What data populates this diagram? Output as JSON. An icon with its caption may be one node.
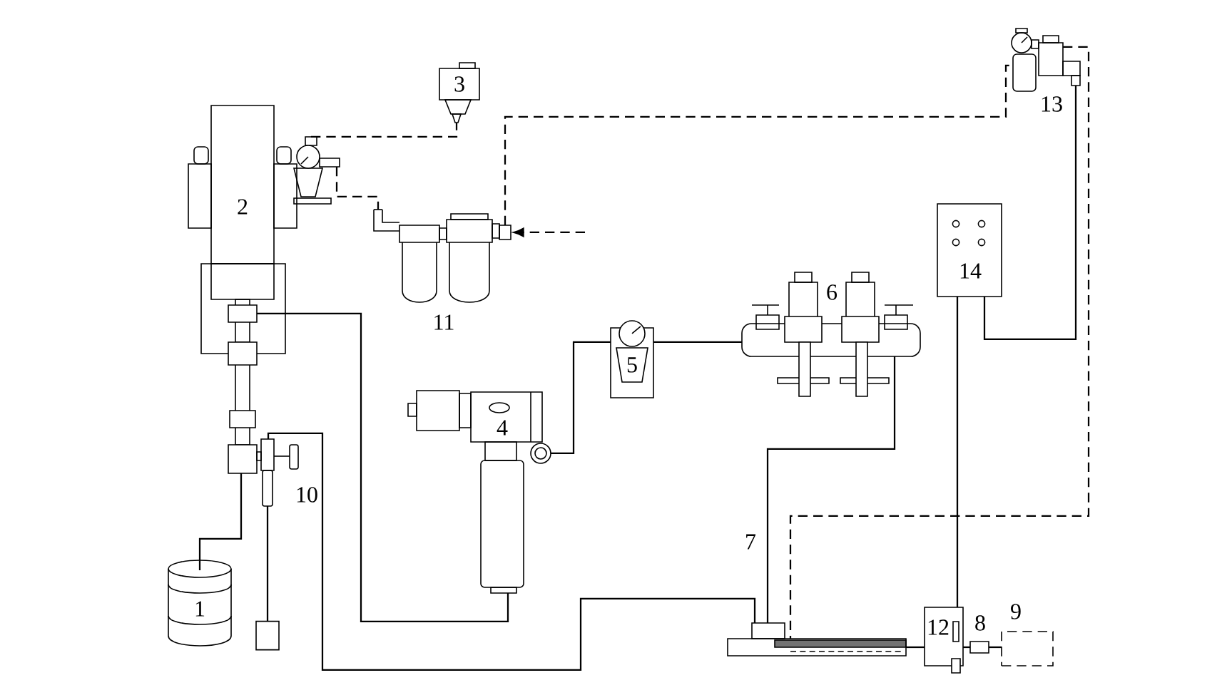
{
  "diagram": {
    "nodes": [
      {
        "text": [
          "1"
        ]
      },
      {
        "text": [
          "2"
        ]
      },
      {
        "text": [
          "3"
        ]
      },
      {
        "text": [
          "4"
        ]
      },
      {
        "text": [
          "5"
        ]
      },
      {
        "text": [
          "6"
        ]
      },
      {
        "text": [],
        "shape": "bar"
      },
      {
        "text": [],
        "shape": "box",
        "beside": [
          "8"
        ]
      },
      {
        "text": [],
        "shape": "box",
        "beside": [
          "9"
        ]
      },
      {
        "text": [],
        "shape": "picture",
        "beside": [
          "10"
        ]
      },
      {
        "text": [],
        "shape": "picture",
        "beside": [
          "11"
        ]
      },
      {
        "text": [
          "12"
        ]
      },
      {
        "text": [],
        "shape": "picture",
        "beside": [
          "13"
        ]
      },
      {
        "text": [
          "14"
        ]
      },
      {
        "text": [],
        "shape": "cylinder"
      }
    ],
    "edges": [
      {
        "from": 0,
        "to": 9,
        "arrow": "none"
      },
      {
        "from": 9,
        "to": 14,
        "arrow": "none"
      },
      {
        "from": 1,
        "to": 3,
        "arrow": "none"
      },
      {
        "from": 3,
        "to": 4,
        "arrow": "none"
      },
      {
        "from": 4,
        "to": 5,
        "arrow": "none"
      },
      {
        "from": 5,
        "to": 6,
        "arrow": "none"
      },
      {
        "from": 9,
        "to": 6,
        "arrow": "none"
      },
      {
        "from": 13,
        "to": 11,
        "arrow": "none"
      },
      {
        "from": 13,
        "to": 12,
        "arrow": "none"
      },
      {
        "from": 1,
        "to": 2,
        "arrow": "none",
        "style": "dashed"
      },
      {
        "from": 1,
        "to": 10,
        "arrow": "none",
        "style": "dashed"
      },
      {
        "from": 10,
        "to": 12,
        "arrow": "none",
        "style": "dashed"
      },
      {
        "from": null,
        "to": 10,
        "arrow": "to",
        "style": "dashed"
      },
      {
        "from": 12,
        "to": 6,
        "arrow": "none",
        "style": "dashed"
      },
      {
        "from": 6,
        "to": 11,
        "arrow": "none"
      },
      {
        "from": 11,
        "to": 7,
        "arrow": "none"
      },
      {
        "from": 7,
        "to": 8,
        "arrow": "none"
      }
    ],
    "labels": [
      "7"
    ]
  }
}
